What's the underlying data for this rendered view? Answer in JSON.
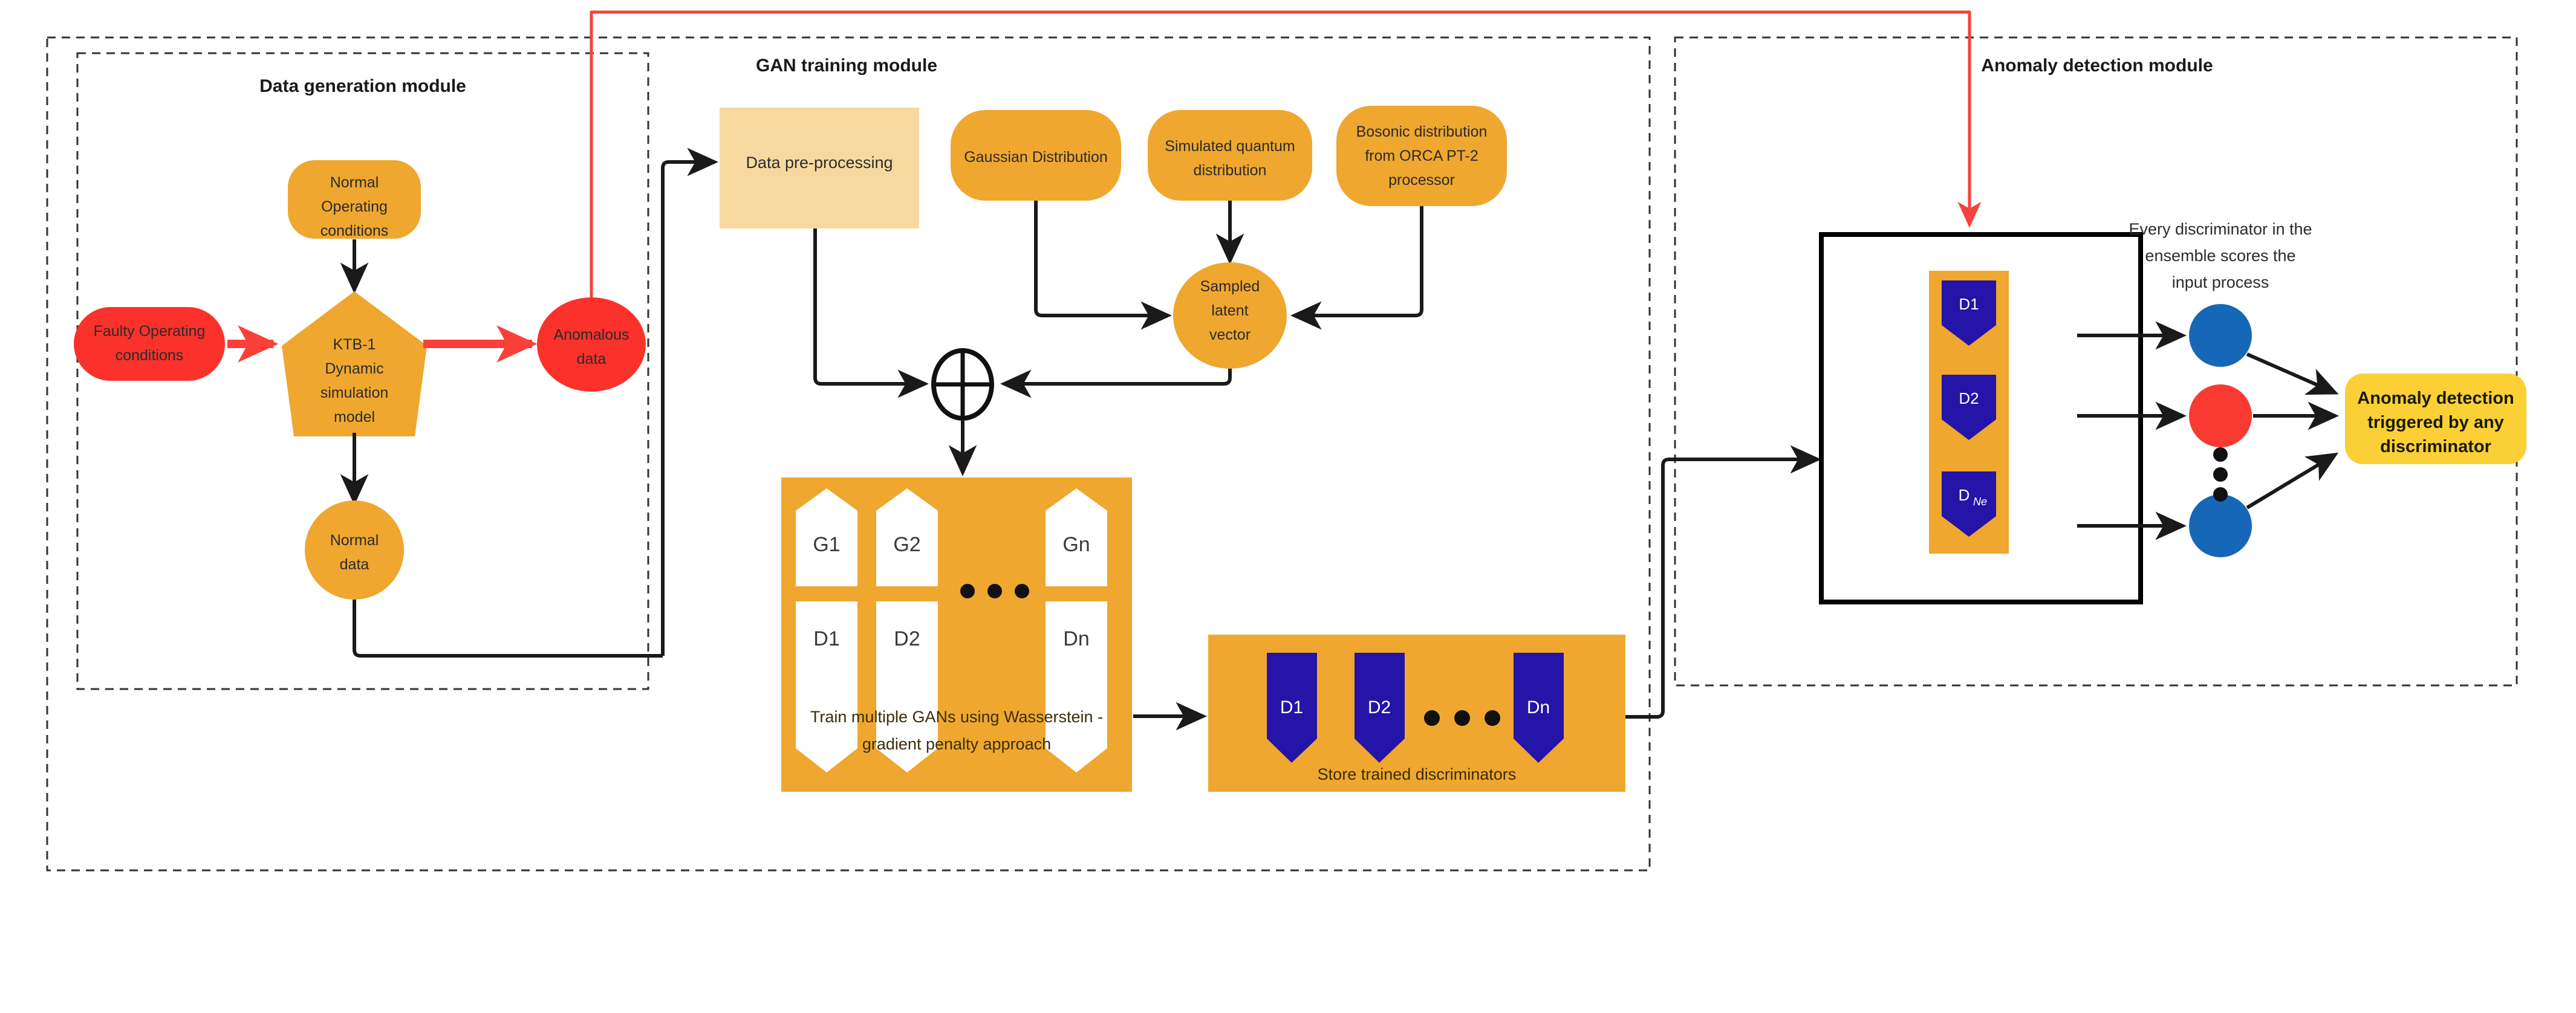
{
  "modules": {
    "data_generation": {
      "title": "Data generation module"
    },
    "gan_training": {
      "title": "GAN training module"
    },
    "anomaly_detection": {
      "title": "Anomaly detection module"
    }
  },
  "data_generation": {
    "normal_operating": {
      "line1": "Normal",
      "line2": "Operating",
      "line3": "conditions"
    },
    "faulty_operating": {
      "line1": "Faulty Operating",
      "line2": "conditions"
    },
    "simulation_model": {
      "line1": "KTB-1",
      "line2": "Dynamic",
      "line3": "simulation",
      "line4": "model"
    },
    "anomalous_data": {
      "line1": "Anomalous",
      "line2": "data"
    },
    "normal_data": {
      "line1": "Normal",
      "line2": "data"
    }
  },
  "gan_training": {
    "preprocessing": {
      "label": "Data pre-processing"
    },
    "gaussian": {
      "label": "Gaussian Distribution"
    },
    "simulated_quantum": {
      "line1": "Simulated quantum",
      "line2": "distribution"
    },
    "bosonic": {
      "line1": "Bosonic distribution",
      "line2": "from ORCA PT-2",
      "line3": "processor"
    },
    "latent_vector": {
      "line1": "Sampled",
      "line2": "latent",
      "line3": "vector"
    },
    "combiner": {
      "symbol": "+"
    },
    "generators": [
      "G1",
      "G2",
      "Gn"
    ],
    "discriminators": [
      "D1",
      "D2",
      "Dn"
    ],
    "train_caption": {
      "line1": "Train multiple GANs using Wasserstein -",
      "line2": "gradient penalty approach"
    },
    "store_block": {
      "caption": "Store trained discriminators",
      "discriminators": [
        "D1",
        "D2",
        "Dn"
      ]
    }
  },
  "anomaly_detection": {
    "ensemble": {
      "discriminators": [
        {
          "main": "D1",
          "sub": ""
        },
        {
          "main": "D2",
          "sub": ""
        },
        {
          "main": "D",
          "sub": "Ne"
        }
      ]
    },
    "note": {
      "line1": "Every discriminator in the",
      "line2": "ensemble scores the",
      "line3": "input process"
    },
    "score_nodes": [
      {
        "color": "#1667b8"
      },
      {
        "color": "#f93a33"
      },
      {
        "color": "#1667b8"
      }
    ],
    "alert": {
      "line1": "Anomaly detection",
      "line2": "triggered by any",
      "line3": "discriminator"
    }
  },
  "colors": {
    "orange": "#efa72f",
    "orange_light": "#f7d9a0",
    "red": "#fa322b",
    "blue_dark": "#2414a8",
    "blue_node": "#1667b8",
    "red_node": "#f93a33",
    "yellow_alert": "#fbd036",
    "line_black": "#1a1a1a",
    "line_red": "#f5423c"
  }
}
